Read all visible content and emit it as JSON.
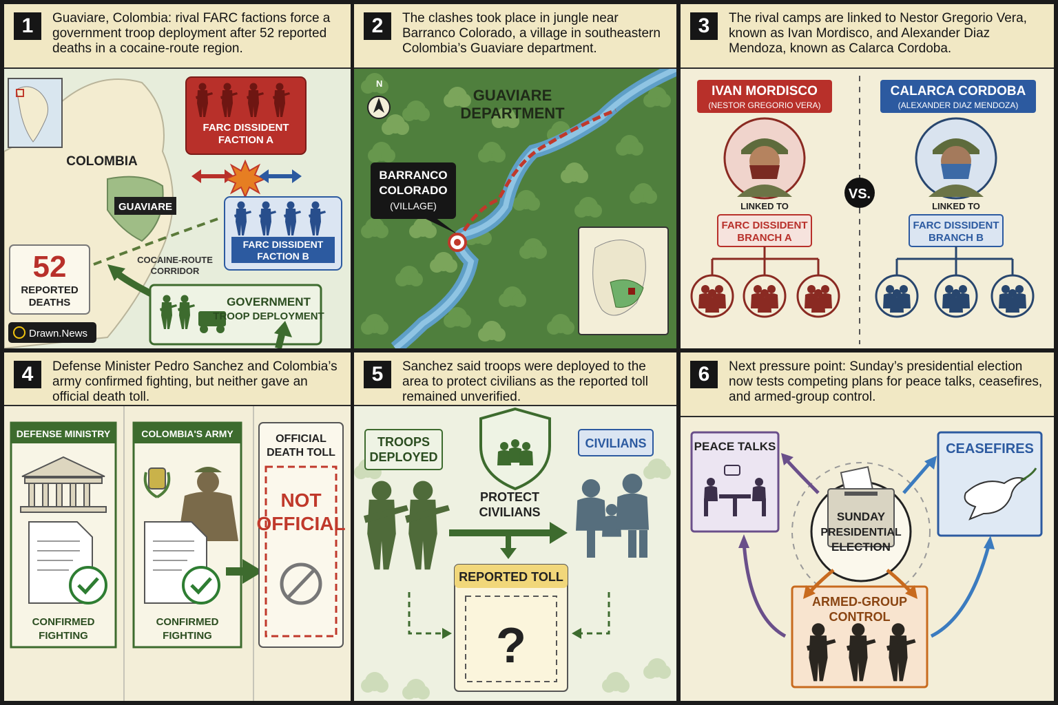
{
  "panels": [
    {
      "num": "1",
      "caption": "Guaviare, Colombia: rival FARC factions force a government troop deployment after 52 reported deaths in a cocaine-route region."
    },
    {
      "num": "2",
      "caption": "The clashes took place in jungle near Barranco Colorado, a village in southeastern Colombia’s Guaviare department."
    },
    {
      "num": "3",
      "caption": "The rival camps are linked to Nestor Gregorio Vera, known as Ivan Mordisco, and Alexander Diaz Mendoza, known as Calarca Cordoba."
    },
    {
      "num": "4",
      "caption": "Defense Minister Pedro Sanchez and Colombia’s army confirmed fighting, but neither gave an official death toll."
    },
    {
      "num": "5",
      "caption": "Sanchez said troops were deployed to the area to protect civilians as the reported toll remained unverified."
    },
    {
      "num": "6",
      "caption": "Next pressure point: Sunday’s presidential election now tests competing plans for peace talks, ceasefires, and armed-group control."
    }
  ],
  "p1": {
    "country": "COLOMBIA",
    "region": "GUAVIARE",
    "faction_a": [
      "FARC DISSIDENT",
      "FACTION A"
    ],
    "faction_b": [
      "FARC DISSIDENT",
      "FACTION B"
    ],
    "deaths_number": "52",
    "deaths_label": [
      "REPORTED",
      "DEATHS"
    ],
    "corridor": [
      "COCAINE-ROUTE",
      "CORRIDOR"
    ],
    "gov": [
      "GOVERNMENT",
      "TROOP DEPLOYMENT"
    ],
    "brand": "Drawn.News"
  },
  "p2": {
    "north": "N",
    "dept": [
      "GUAVIARE",
      "DEPARTMENT"
    ],
    "village": [
      "BARRANCO",
      "COLORADO",
      "(VILLAGE)"
    ]
  },
  "p3": {
    "left_name": "IVAN MORDISCO",
    "left_real": "(NESTOR GREGORIO VERA)",
    "right_name": "CALARCA CORDOBA",
    "right_real": "(ALEXANDER DIAZ MENDOZA)",
    "vs": "VS.",
    "linked": "LINKED TO",
    "branch_a": [
      "FARC DISSIDENT",
      "BRANCH A"
    ],
    "branch_b": [
      "FARC DISSIDENT",
      "BRANCH B"
    ]
  },
  "p4": {
    "ministry": "DEFENSE MINISTRY",
    "army": "COLOMBIA'S ARMY",
    "official": [
      "OFFICIAL",
      "DEATH TOLL"
    ],
    "not_official": [
      "NOT",
      "OFFICIAL"
    ],
    "confirmed": [
      "CONFIRMED",
      "FIGHTING"
    ]
  },
  "p5": {
    "troops": [
      "TROOPS",
      "DEPLOYED"
    ],
    "protect": [
      "PROTECT",
      "CIVILIANS"
    ],
    "civilians": "CIVILIANS",
    "toll": "REPORTED TOLL",
    "question": "?"
  },
  "p6": {
    "peace": "PEACE TALKS",
    "ceasefires": "CEASEFIRES",
    "election": [
      "SUNDAY",
      "PRESIDENTIAL",
      "ELECTION"
    ],
    "armed": [
      "ARMED-GROUP",
      "CONTROL"
    ]
  }
}
